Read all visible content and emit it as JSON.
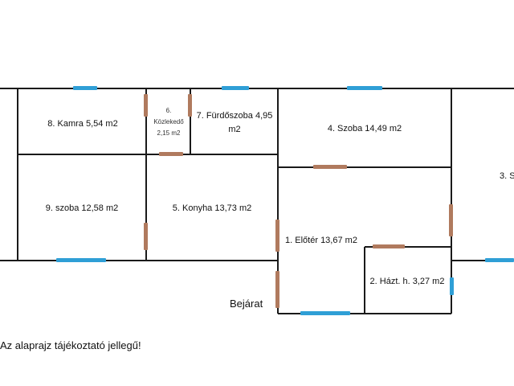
{
  "colors": {
    "wall": "#1a1a1a",
    "window": "#2f9fd6",
    "door": "#b07a5e",
    "background": "#ffffff"
  },
  "rooms": {
    "r1": "1. Előtér 13,67 m2",
    "r2": "2. Házt. h. 3,27 m2",
    "r3": "3. S",
    "r4": "4. Szoba 14,49 m2",
    "r5": "5. Konyha 13,73 m2",
    "r6_line1": "6.",
    "r6_line2": "Közlekedő",
    "r6_line3": "2,15 m2",
    "r7_line1": "7. Fürdőszoba 4,95",
    "r7_line2": "m2",
    "r8": "8. Kamra 5,54 m2",
    "r9": "9. szoba 12,58 m2"
  },
  "entrance": "Bejárat",
  "note": "Az alaprajz tájékoztató jellegű!"
}
